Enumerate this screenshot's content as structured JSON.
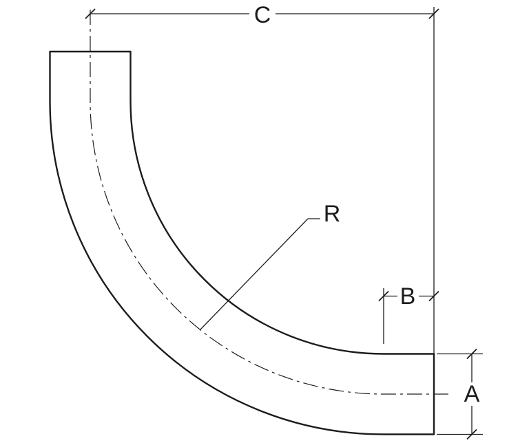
{
  "drawing": {
    "subject": "90-degree pipe elbow bend outline with dimensions",
    "labels": {
      "c": "C",
      "r": "R",
      "b": "B",
      "a": "A"
    },
    "colors": {
      "line": "#1c1c1c",
      "background": "#ffffff"
    }
  }
}
